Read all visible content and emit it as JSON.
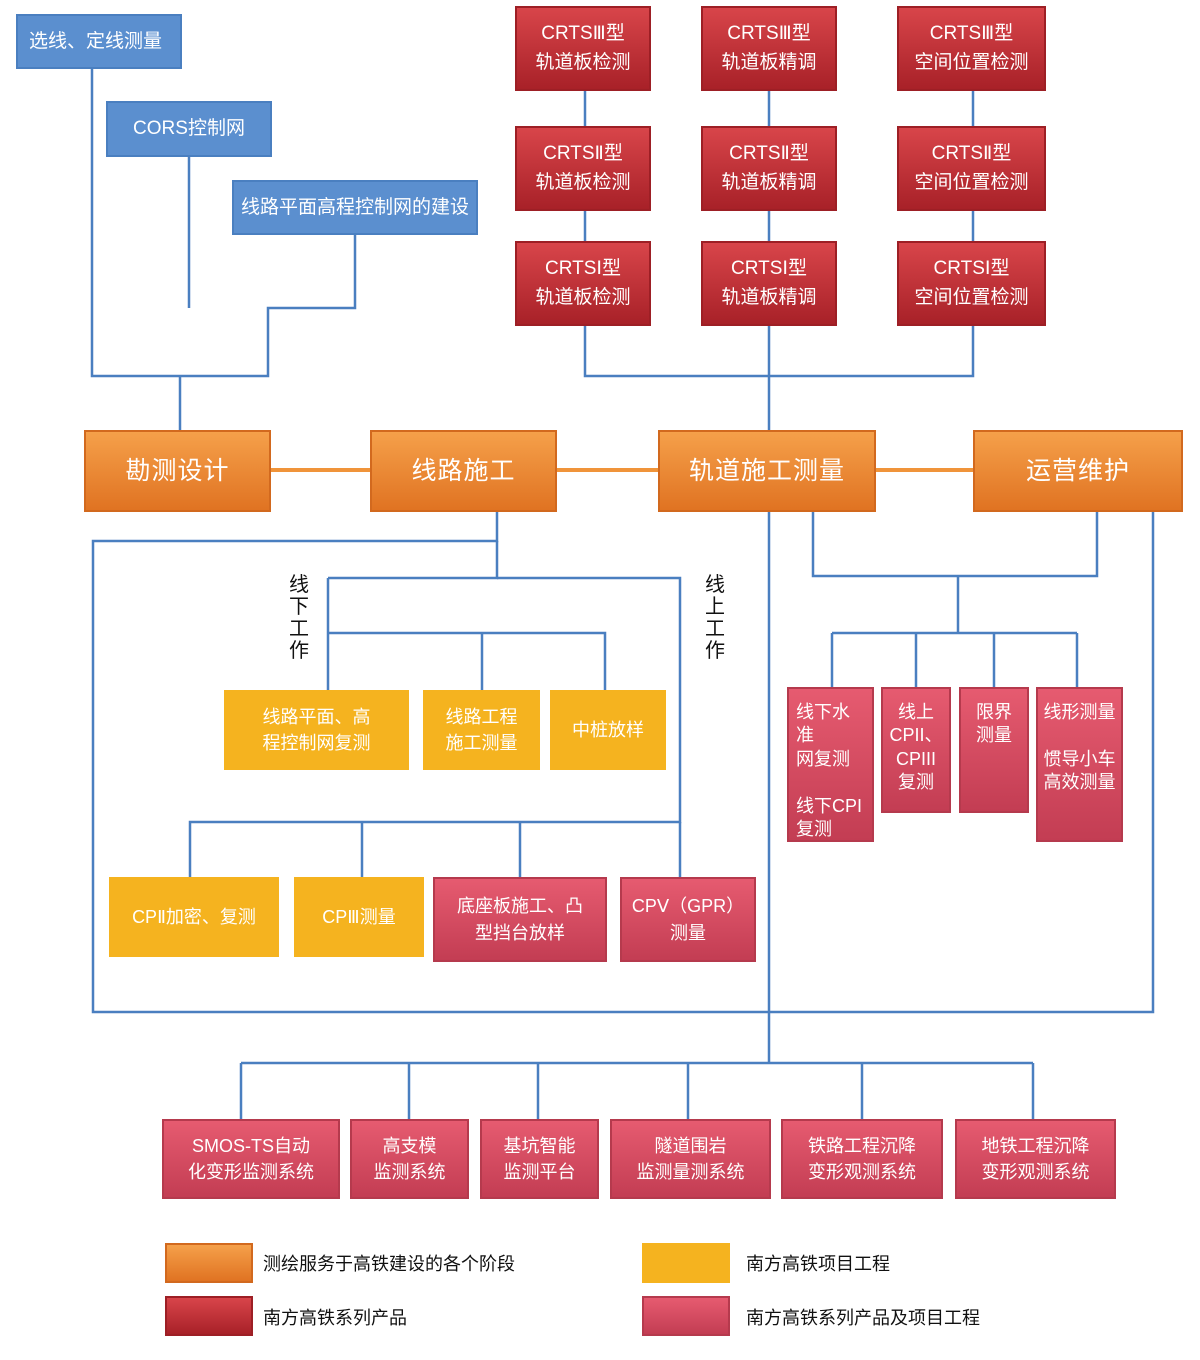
{
  "survey": {
    "route_selection": "选线、定线测量",
    "cors": "CORS控制网",
    "control_network": "线路平面高程控制网的建设"
  },
  "crts": {
    "iii_board_check": "CRTSⅢ型\n轨道板检测",
    "iii_board_adjust": "CRTSⅢ型\n轨道板精调",
    "iii_space_check": "CRTSⅢ型\n空间位置检测",
    "ii_board_check": "CRTSⅡ型\n轨道板检测",
    "ii_board_adjust": "CRTSⅡ型\n轨道板精调",
    "ii_space_check": "CRTSⅡ型\n空间位置检测",
    "i_board_check": "CRTSⅠ型\n轨道板检测",
    "i_board_adjust": "CRTSⅠ型\n轨道板精调",
    "i_space_check": "CRTSⅠ型\n空间位置检测"
  },
  "stages": {
    "survey_design": "勘测设计",
    "line_construction": "线路施工",
    "track_construction": "轨道施工测量",
    "operation": "运营维护"
  },
  "labels": {
    "under_line": "线下工作",
    "on_line": "线上工作"
  },
  "construction": {
    "control_recheck": "线路平面、高\n程控制网复测",
    "engineering_survey": "线路工程\n施工测量",
    "center_stake": "中桩放样",
    "cp2": "CPⅡ加密、复测",
    "cp3": "CPⅢ测量",
    "base_plate": "底座板施工、凸\n型挡台放样",
    "cp5": "CPⅤ（GPR）\n测量"
  },
  "operation_items": {
    "leveling": "线下水准\n网复测\n\n线下CPI\n复测",
    "cp_recheck": "线上\nCPII、\nCPIII\n复测",
    "clearance": "限界\n测量",
    "alignment": "线形测量\n\n惯导小车\n高效测量"
  },
  "monitoring": {
    "smos": "SMOS-TS自动\n化变形监测系统",
    "formwork": "高支模\n监测系统",
    "foundation_pit": "基坑智能\n监测平台",
    "tunnel": "隧道围岩\n监测量测系统",
    "railway_settlement": "铁路工程沉降\n变形观测系统",
    "metro_settlement": "地铁工程沉降\n变形观测系统"
  },
  "legend": {
    "orange": "测绘服务于高铁建设的各个阶段",
    "yellow": "南方高铁项目工程",
    "red": "南方高铁系列产品",
    "pink": "南方高铁系列产品及项目工程"
  },
  "colors": {
    "connector_blue": "#4a7fc0",
    "connector_orange": "#f0943a",
    "blue": "#5b8fcf",
    "dark_red": "#b82a30",
    "orange": "#e98432",
    "yellow": "#f5b31f",
    "pink": "#d64a61"
  }
}
